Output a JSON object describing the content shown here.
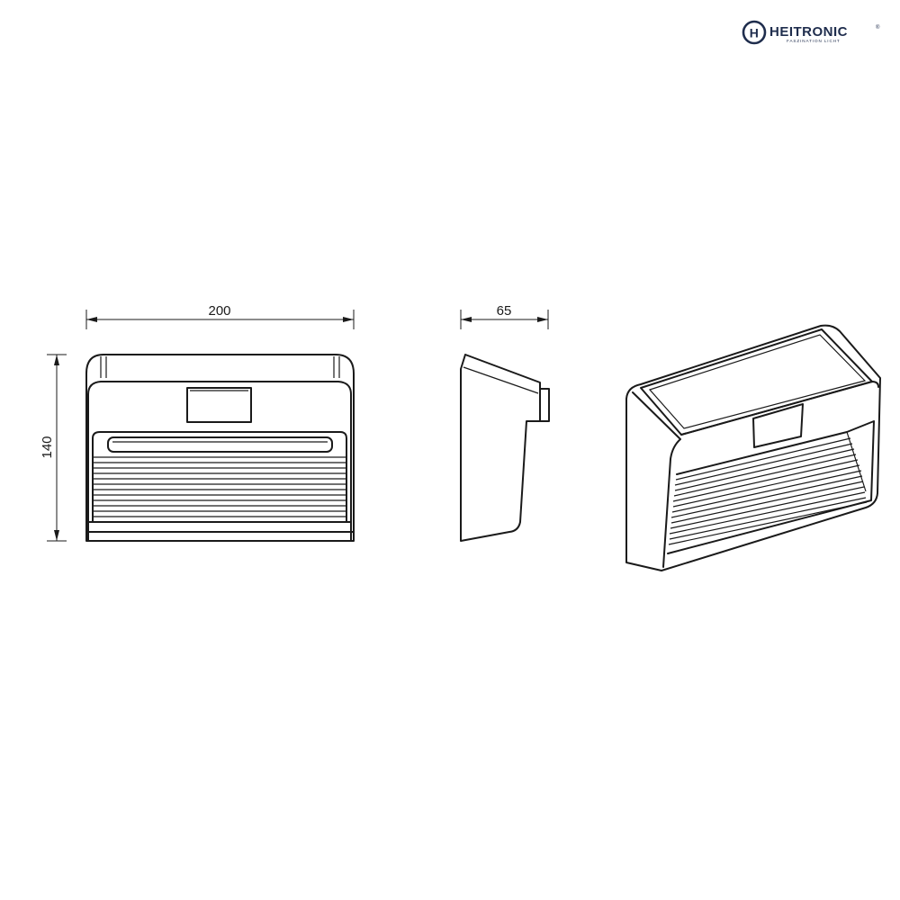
{
  "brand": {
    "name": "HEITRONIC",
    "registered_mark": "®",
    "tagline": "FASZINATION LICHT",
    "logo_letter": "H",
    "color": "#1f2d4d"
  },
  "dimensions": {
    "width": "200",
    "height": "140",
    "depth": "65"
  },
  "views": [
    "front-view",
    "side-view",
    "perspective-view"
  ],
  "line_color": "#1a1a1a"
}
